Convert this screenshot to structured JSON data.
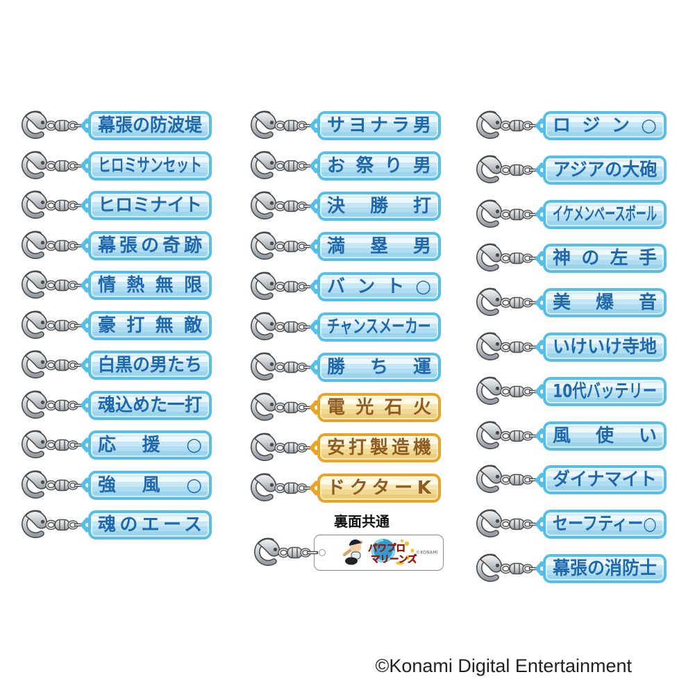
{
  "columns": [
    {
      "name": "left",
      "items": [
        {
          "label": "幕張の防波堤",
          "style": "blue"
        },
        {
          "label": "ヒロミサンセット",
          "style": "blue"
        },
        {
          "label": "ヒロミナイト",
          "style": "blue"
        },
        {
          "label": "幕張の奇跡",
          "style": "blue"
        },
        {
          "label": "情熱無限",
          "style": "blue"
        },
        {
          "label": "豪打無敵",
          "style": "blue"
        },
        {
          "label": "白黒の男たち",
          "style": "blue"
        },
        {
          "label": "魂込めた一打",
          "style": "blue"
        },
        {
          "label": "応援○",
          "style": "blue"
        },
        {
          "label": "強風○",
          "style": "blue"
        },
        {
          "label": "魂のエース",
          "style": "blue"
        }
      ]
    },
    {
      "name": "middle",
      "items": [
        {
          "label": "サヨナラ男",
          "style": "blue"
        },
        {
          "label": "お祭り男",
          "style": "blue"
        },
        {
          "label": "決勝打",
          "style": "blue"
        },
        {
          "label": "満塁男",
          "style": "blue"
        },
        {
          "label": "バント○",
          "style": "blue"
        },
        {
          "label": "チャンスメーカー",
          "style": "blue"
        },
        {
          "label": "勝ち運",
          "style": "blue"
        },
        {
          "label": "電光石火",
          "style": "orange"
        },
        {
          "label": "安打製造機",
          "style": "orange"
        },
        {
          "label": "ドクターK",
          "style": "orange"
        }
      ]
    },
    {
      "name": "right",
      "items": [
        {
          "label": "ロジン○",
          "style": "blue"
        },
        {
          "label": "アジアの大砲",
          "style": "blue"
        },
        {
          "label": "イケメンベースボール",
          "style": "blue"
        },
        {
          "label": "神の左手",
          "style": "blue"
        },
        {
          "label": "美爆音",
          "style": "blue"
        },
        {
          "label": "いけいけ寺地",
          "style": "blue"
        },
        {
          "label": "10代バッテリー",
          "style": "blue"
        },
        {
          "label": "風使い",
          "style": "blue"
        },
        {
          "label": "ダイナマイト",
          "style": "blue"
        },
        {
          "label": "セーフティー○",
          "style": "blue"
        },
        {
          "label": "幕張の消防士",
          "style": "blue"
        }
      ]
    }
  ],
  "back_side": {
    "heading": "裏面共通",
    "logo": {
      "line1": "パワプロ",
      "line2": "マリーンズ",
      "copyright": "©KONAMI"
    }
  },
  "footer": {
    "copyright": "©Konami Digital Entertainment"
  },
  "colors": {
    "tag_blue_border": "#57BEE6",
    "tag_blue_text": "#2068AE",
    "tag_orange_border": "#E9A428",
    "tag_orange_text": "#8E5B21",
    "logo_red": "#E03222",
    "logo_blue": "#2E9FD4",
    "metal_gray": "#C9CED4"
  }
}
